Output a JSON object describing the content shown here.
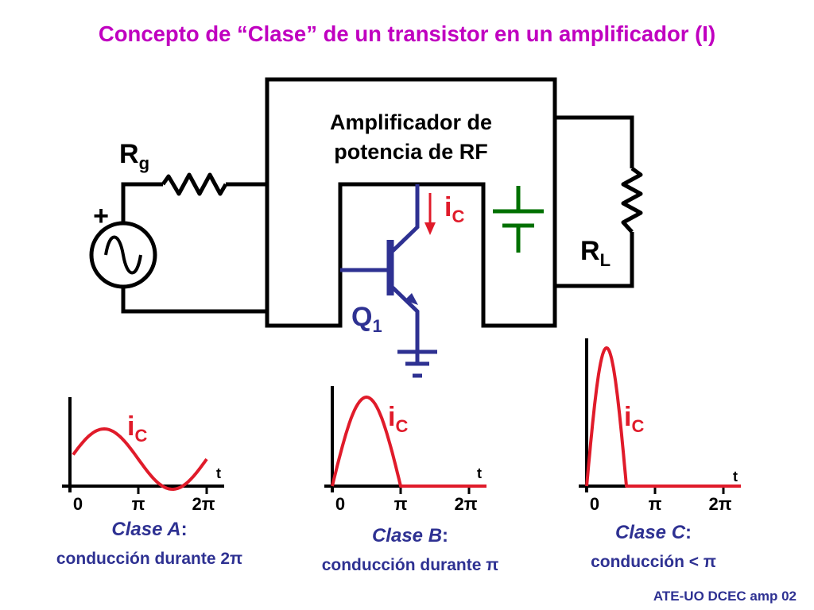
{
  "title": "Concepto de “Clase” de un transistor en un amplificador (I)",
  "footer": "ATE-UO DCEC amp 02",
  "colors": {
    "title": "#c000c0",
    "wire": "#000000",
    "transistor": "#2e3192",
    "supply": "#007000",
    "current": "#e01b2a",
    "caption": "#2e3192"
  },
  "icons": {
    "source": "ac-source-icon",
    "resistor": "resistor-icon",
    "transistor": "npn-transistor-icon",
    "ground": "ground-icon",
    "supply": "dc-supply-icon"
  },
  "circuit": {
    "block_label_line1": "Amplificador de",
    "block_label_line2": "potencia de RF",
    "rg_main": "R",
    "rg_sub": "g",
    "rl_main": "R",
    "rl_sub": "L",
    "q_main": "Q",
    "q_sub": "1",
    "ic_main": "i",
    "ic_sub": "C",
    "plus": "+"
  },
  "graphs": [
    {
      "key": "A",
      "ylabel_main": "i",
      "ylabel_sub": "C",
      "tlabel": "t",
      "tick_labels": [
        "0",
        "π",
        "2π"
      ],
      "caption_prefix": "Clase ",
      "caption_letter": "A",
      "caption_suffix": ":",
      "description": "conducción durante 2π"
    },
    {
      "key": "B",
      "ylabel_main": "i",
      "ylabel_sub": "C",
      "tlabel": "t",
      "tick_labels": [
        "0",
        "π",
        "2π"
      ],
      "caption_prefix": "Clase ",
      "caption_letter": "B",
      "caption_suffix": ":",
      "description": "conducción durante π"
    },
    {
      "key": "C",
      "ylabel_main": "i",
      "ylabel_sub": "C",
      "tlabel": "t",
      "tick_labels": [
        "0",
        "π",
        "2π"
      ],
      "caption_prefix": "Clase ",
      "caption_letter": "C",
      "caption_suffix": ":",
      "description": "conducción < π"
    }
  ]
}
